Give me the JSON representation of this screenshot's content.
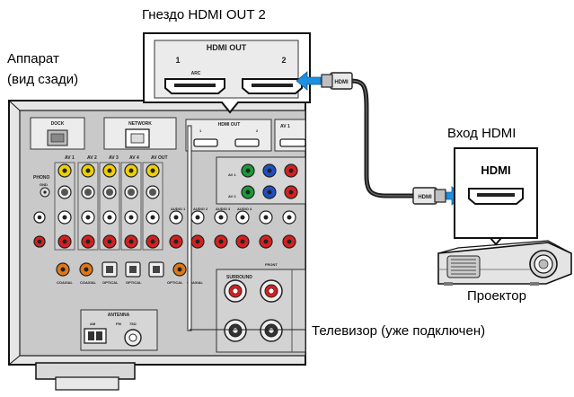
{
  "labels": {
    "hdmi_out2_title": "Гнездо HDMI OUT 2",
    "device_line1": "Аппарат",
    "device_line2": "(вид сзади)",
    "hdmi_input_title": "Вход HDMI",
    "projector": "Проектор",
    "tv_note": "Телевизор (уже подключен)"
  },
  "callout": {
    "panel_title": "HDMI OUT",
    "port1": "1",
    "port2": "2",
    "arc": "ARC"
  },
  "projector_box": {
    "title": "HDMI"
  },
  "cable": {
    "plug_label": "HDMI"
  },
  "panel": {
    "dock": "DOCK",
    "network": "NETWORK",
    "hdmi_out": "HDMI OUT",
    "phono": "PHONO",
    "gnd": "GND",
    "av_headers": [
      "AV 1",
      "AV 2",
      "AV 3",
      "AV 4",
      "AV OUT"
    ],
    "audio_headers": [
      "AUDIO 1",
      "AUDIO 2",
      "AUDIO 3",
      "AUDIO 4"
    ],
    "digital": [
      "COAXIAL",
      "COAXIAL",
      "OPTICAL",
      "OPTICAL",
      "OPTICAL",
      "COAXIAL"
    ],
    "surround": "SURROUND",
    "front": "FRONT",
    "antenna": "ANTENNA",
    "am": "AM",
    "fm": "FM",
    "ohm": "75Ω"
  },
  "colors": {
    "arrow": "#1f8fe0",
    "cable": "#222222",
    "panel_fill": "#c8c8c8",
    "jack_red": "#d62020",
    "jack_yellow": "#f0d000",
    "jack_green": "#1a9a3a",
    "jack_blue": "#1f4fc0",
    "jack_orange": "#e07818"
  }
}
